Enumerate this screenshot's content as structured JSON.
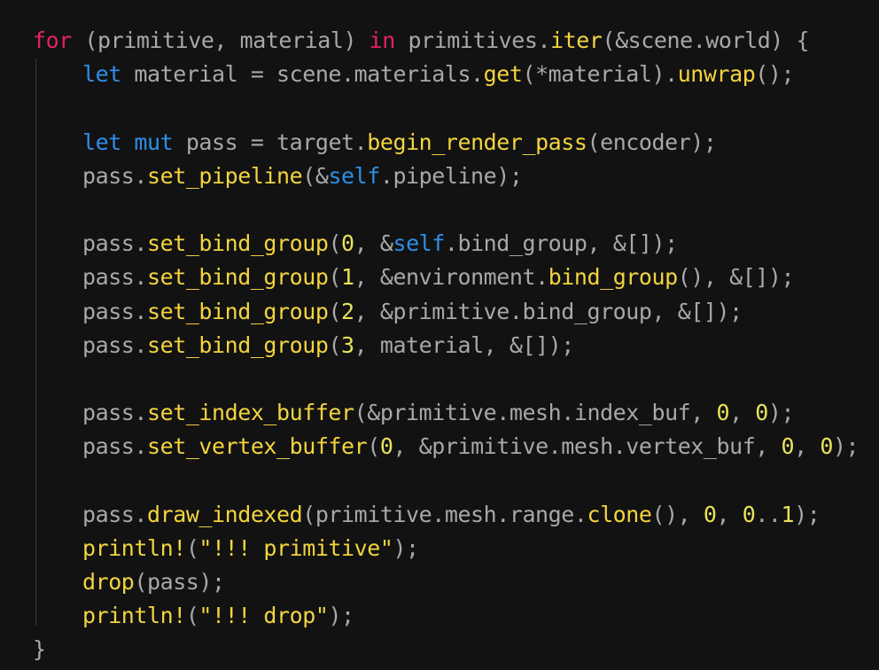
{
  "editor": {
    "language": "rust",
    "colors": {
      "background": "#121212",
      "text": "#a8a8a8",
      "keyword_control": "#e0245e",
      "keyword_decl": "#2d8fe8",
      "function": "#f2d43f",
      "number": "#e8e25a"
    },
    "lines": [
      {
        "tokens": [
          [
            "kw-red",
            "for"
          ],
          [
            "p",
            " (primitive, material) "
          ],
          [
            "kw-red",
            "in"
          ],
          [
            "p",
            " primitives."
          ],
          [
            "fn",
            "iter"
          ],
          [
            "p",
            "(&scene.world) {"
          ]
        ]
      },
      {
        "tokens": [
          [
            "kw-blue",
            "let"
          ],
          [
            "p",
            " material = scene.materials."
          ],
          [
            "fn",
            "get"
          ],
          [
            "p",
            "(*material)."
          ],
          [
            "fn",
            "unwrap"
          ],
          [
            "p",
            "();"
          ]
        ]
      },
      {
        "tokens": []
      },
      {
        "tokens": [
          [
            "kw-blue",
            "let"
          ],
          [
            "p",
            " "
          ],
          [
            "kw-blue",
            "mut"
          ],
          [
            "p",
            " pass = target."
          ],
          [
            "fn",
            "begin_render_pass"
          ],
          [
            "p",
            "(encoder);"
          ]
        ]
      },
      {
        "tokens": [
          [
            "p",
            "pass."
          ],
          [
            "fn",
            "set_pipeline"
          ],
          [
            "p",
            "(&"
          ],
          [
            "kw-blue",
            "self"
          ],
          [
            "p",
            ".pipeline);"
          ]
        ]
      },
      {
        "tokens": []
      },
      {
        "tokens": [
          [
            "p",
            "pass."
          ],
          [
            "fn",
            "set_bind_group"
          ],
          [
            "p",
            "("
          ],
          [
            "num",
            "0"
          ],
          [
            "p",
            ", &"
          ],
          [
            "kw-blue",
            "self"
          ],
          [
            "p",
            ".bind_group, &[]);"
          ]
        ]
      },
      {
        "tokens": [
          [
            "p",
            "pass."
          ],
          [
            "fn",
            "set_bind_group"
          ],
          [
            "p",
            "("
          ],
          [
            "num",
            "1"
          ],
          [
            "p",
            ", &environment."
          ],
          [
            "fn",
            "bind_group"
          ],
          [
            "p",
            "(), &[]);"
          ]
        ]
      },
      {
        "tokens": [
          [
            "p",
            "pass."
          ],
          [
            "fn",
            "set_bind_group"
          ],
          [
            "p",
            "("
          ],
          [
            "num",
            "2"
          ],
          [
            "p",
            ", &primitive.bind_group, &[]);"
          ]
        ]
      },
      {
        "tokens": [
          [
            "p",
            "pass."
          ],
          [
            "fn",
            "set_bind_group"
          ],
          [
            "p",
            "("
          ],
          [
            "num",
            "3"
          ],
          [
            "p",
            ", material, &[]);"
          ]
        ]
      },
      {
        "tokens": []
      },
      {
        "tokens": [
          [
            "p",
            "pass."
          ],
          [
            "fn",
            "set_index_buffer"
          ],
          [
            "p",
            "(&primitive.mesh.index_buf, "
          ],
          [
            "num",
            "0"
          ],
          [
            "p",
            ", "
          ],
          [
            "num",
            "0"
          ],
          [
            "p",
            ");"
          ]
        ]
      },
      {
        "tokens": [
          [
            "p",
            "pass."
          ],
          [
            "fn",
            "set_vertex_buffer"
          ],
          [
            "p",
            "("
          ],
          [
            "num",
            "0"
          ],
          [
            "p",
            ", &primitive.mesh.vertex_buf, "
          ],
          [
            "num",
            "0"
          ],
          [
            "p",
            ", "
          ],
          [
            "num",
            "0"
          ],
          [
            "p",
            ");"
          ]
        ]
      },
      {
        "tokens": []
      },
      {
        "tokens": [
          [
            "p",
            "pass."
          ],
          [
            "fn",
            "draw_indexed"
          ],
          [
            "p",
            "(primitive.mesh.range."
          ],
          [
            "fn",
            "clone"
          ],
          [
            "p",
            "(), "
          ],
          [
            "num",
            "0"
          ],
          [
            "p",
            ", "
          ],
          [
            "num",
            "0"
          ],
          [
            "p",
            ".."
          ],
          [
            "num",
            "1"
          ],
          [
            "p",
            ");"
          ]
        ]
      },
      {
        "tokens": [
          [
            "fn",
            "println!"
          ],
          [
            "p",
            "("
          ],
          [
            "str",
            "\"!!! primitive\""
          ],
          [
            "p",
            ");"
          ]
        ]
      },
      {
        "tokens": [
          [
            "fn",
            "drop"
          ],
          [
            "p",
            "(pass);"
          ]
        ]
      },
      {
        "tokens": [
          [
            "fn",
            "println!"
          ],
          [
            "p",
            "("
          ],
          [
            "str",
            "\"!!! drop\""
          ],
          [
            "p",
            ");"
          ]
        ]
      },
      {
        "tokens": [
          [
            "p",
            "}"
          ]
        ]
      }
    ]
  }
}
